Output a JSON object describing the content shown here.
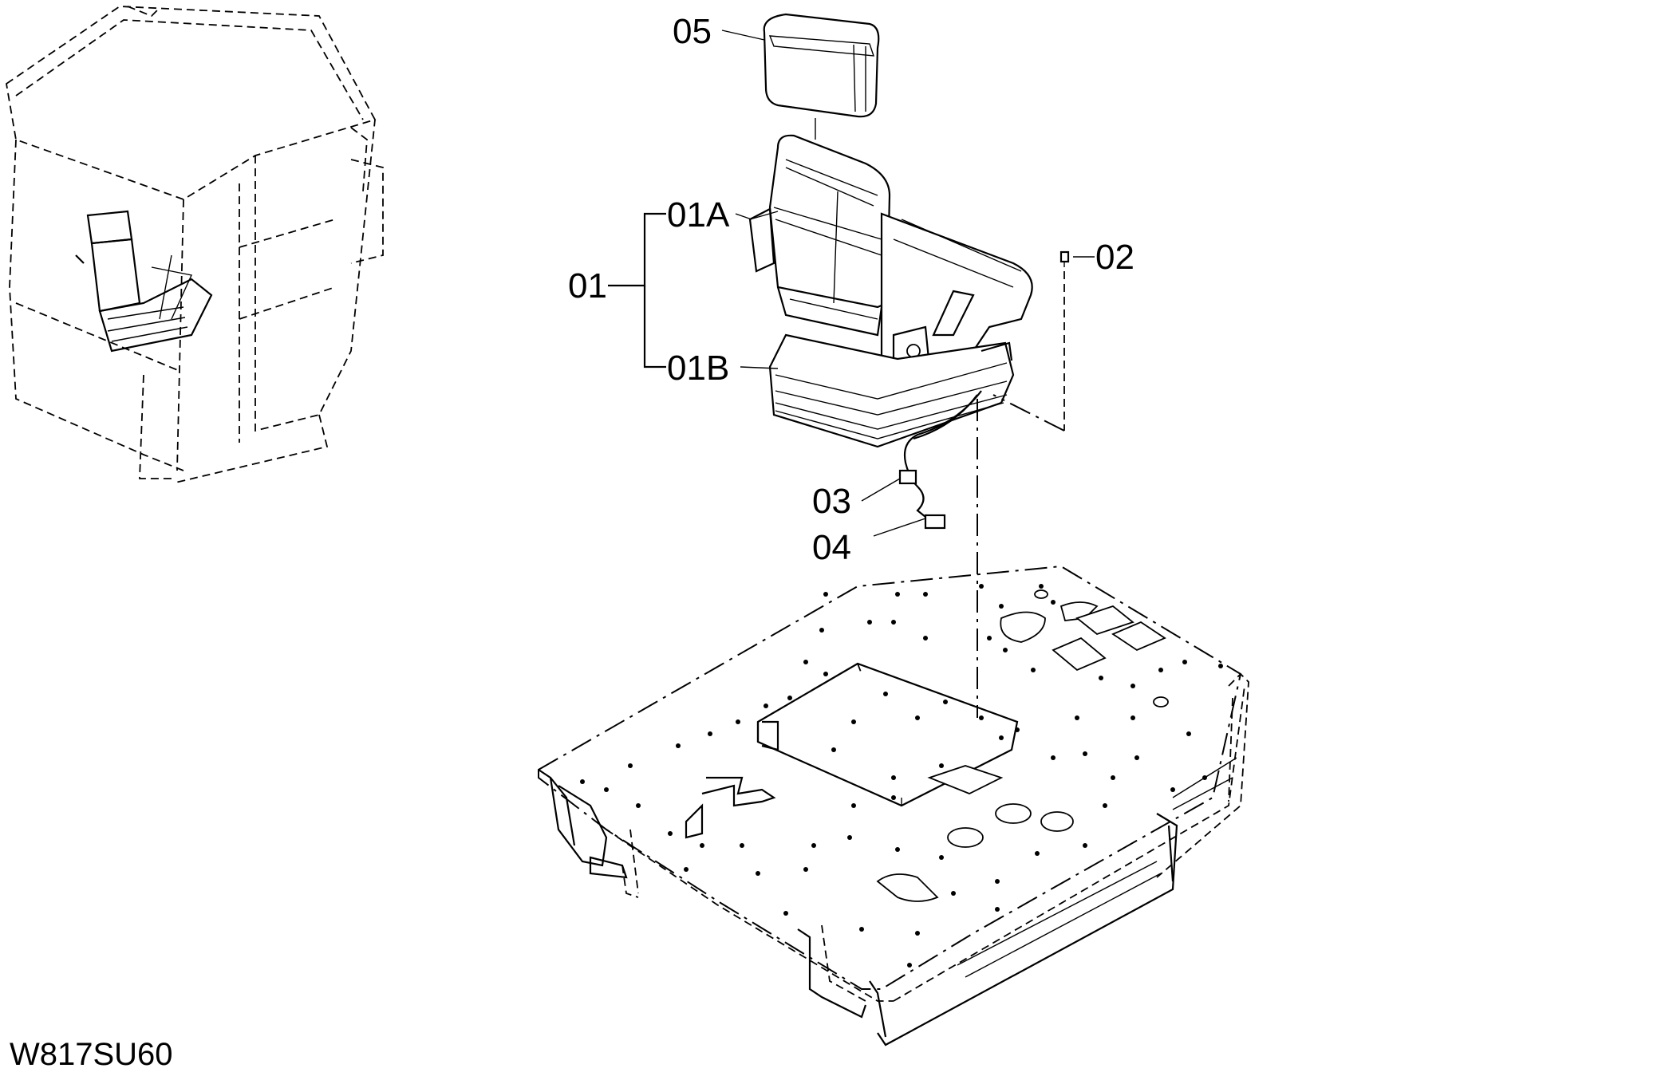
{
  "drawing_code": "W817SU60",
  "callouts": {
    "c05": "05",
    "c01A": "01A",
    "c01": "01",
    "c01B": "01B",
    "c02": "02",
    "c03": "03",
    "c04": "04"
  }
}
